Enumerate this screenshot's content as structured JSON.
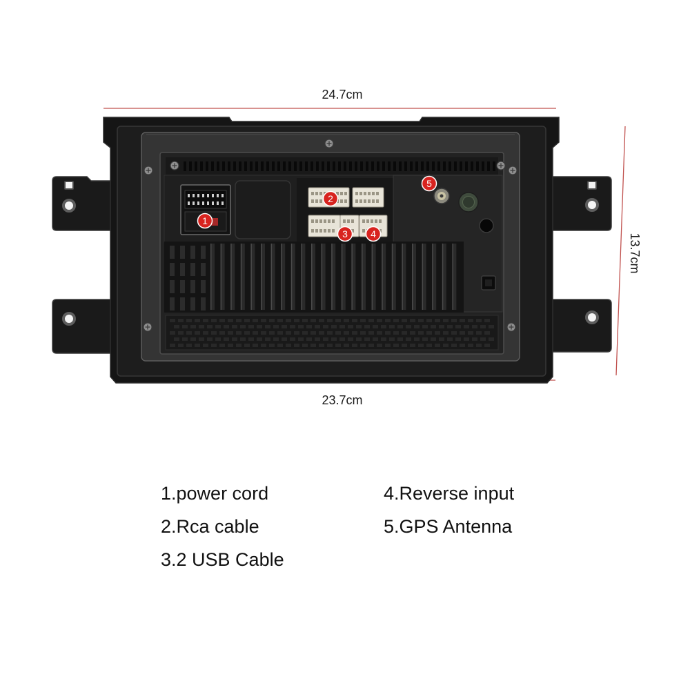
{
  "dimensions": {
    "top_width": "24.7cm",
    "height": "13.7cm",
    "bottom_width": "23.7cm"
  },
  "callouts": [
    {
      "number": "1"
    },
    {
      "number": "2"
    },
    {
      "number": "3"
    },
    {
      "number": "4"
    },
    {
      "number": "5"
    }
  ],
  "legend": {
    "items": [
      "1.power cord",
      "2.Rca cable",
      "3.2 USB Cable",
      "4.Reverse input",
      "5.GPS Antenna"
    ]
  },
  "colors": {
    "background": "#ffffff",
    "callout_fill": "#d8231f",
    "callout_text": "#ffffff",
    "dimension_line": "#c0504d",
    "text": "#111111"
  }
}
